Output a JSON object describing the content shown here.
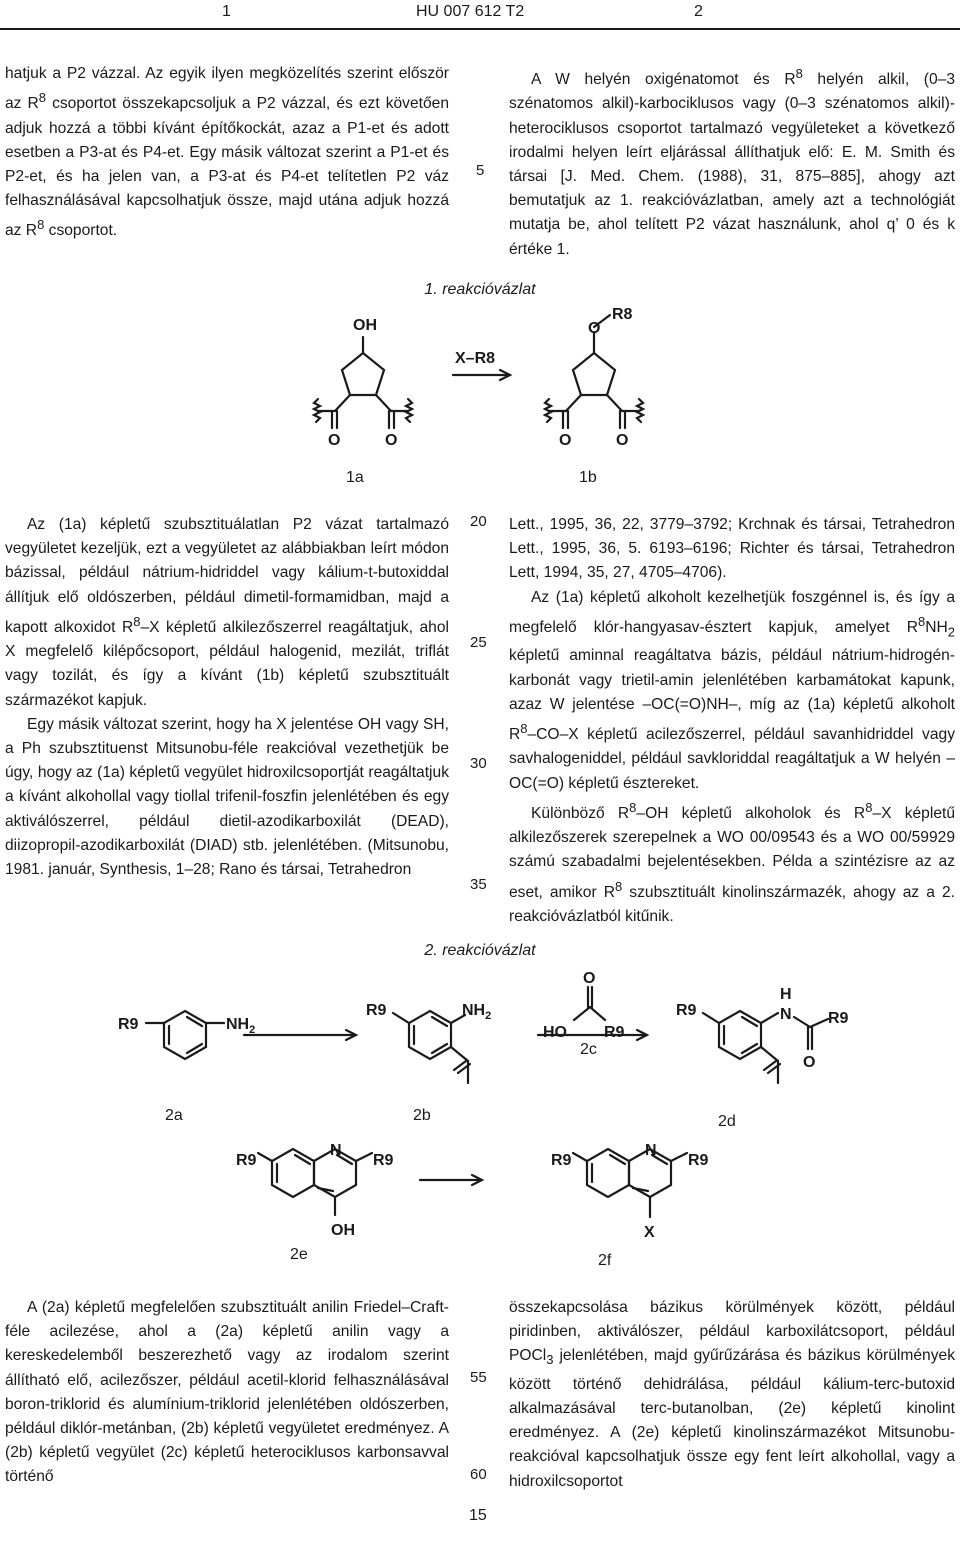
{
  "header": {
    "page_left": "1",
    "patent": "HU 007 612 T2",
    "page_right": "2"
  },
  "top": {
    "left_text": "hatjuk a P2 vázzal. Az egyik ilyen megközelítés szerint először az R<sup>8</sup> csoportot összekapcsoljuk a P2 vázzal, és ezt követően adjuk hozzá a többi kívánt építőkockát, azaz a P1-et és adott esetben a P3-at és P4-et. Egy másik változat szerint a P1-et és P2-et, és ha jelen van, a P3-at és P4-et telítetlen P2 váz felhasználásával kapcsolhatjuk össze, majd utána adjuk hozzá az R<sup>8</sup> csoportot.",
    "right_text": "A W helyén oxigénatomot és R<sup>8</sup> helyén alkil, (0–3 szénatomos alkil)-karbociklusos vagy (0–3 szénatomos alkil)-heterociklusos csoportot tartalmazó vegyületeket a következő irodalmi helyen leírt eljárással állíthatjuk elő: E. M. Smith és társai [J. Med. Chem. (1988), 31, 875–885], ahogy azt bemutatjuk az 1. reakcióvázlatban, amely azt a technológiát mutatja be, ahol telített P2 vázat használunk, ahol q’ 0 és k értéke 1.",
    "line_num": "5"
  },
  "scheme1": {
    "title": "1. reakcióvázlat",
    "reagent": "X–R8",
    "oh": "OH",
    "r8": "R8",
    "o": "O",
    "label_a": "1a",
    "label_b": "1b"
  },
  "mid": {
    "left_p1": "Az (1a) képletű szubsztituálatlan P2 vázat tartalmazó vegyületet kezeljük, ezt a vegyületet az alábbiakban leírt módon bázissal, például nátrium-hidriddel vagy kálium-t-butoxiddal állítjuk elő oldószerben, például dimetil-formamidban, majd a kapott alkoxidot R<sup>8</sup>–X képletű alkilezőszerrel reagáltatjuk, ahol X megfelelő kilépőcsoport, például halogenid, mezilát, triflát vagy tozilát, és így a kívánt (1b) képletű szubsztituált származékot kapjuk.",
    "left_p2": "Egy másik változat szerint, hogy ha X jelentése OH vagy SH, a Ph szubsztituenst Mitsunobu-féle reakcióval vezethetjük be úgy, hogy az (1a) képletű vegyület hidroxilcsoportját reagáltatjuk a kívánt alkohollal vagy tiollal trifenil-foszfin jelenlétében és egy aktiválószerrel, például dietil-azodikarboxilát (DEAD), diizopropil-azodikarboxilát (DIAD) stb. jelenlétében. (Mitsunobu, 1981. január, Synthesis, 1–28; Rano és társai, Tetrahedron",
    "right_p1": "Lett., 1995, 36, 22, 3779–3792; Krchnak és társai, Tetrahedron Lett., 1995, 36, 5. 6193–6196; Richter és társai, Tetrahedron Lett, 1994, 35, 27, 4705–4706).",
    "right_p2": "Az (1a) képletű alkoholt kezelhetjük foszgénnel is, és így a megfelelő klór-hangyasav-észtert kapjuk, amelyet R<sup>8</sup>NH<sub>2</sub> képletű aminnal reagáltatva bázis, például nátrium-hidrogén-karbonát vagy trietil-amin jelenlétében karbamátokat kapunk, azaz W jelentése –OC(=O)NH–, míg az (1a) képletű alkoholt R<sup>8</sup>–CO–X képletű acilezőszerrel, például savanhidriddel vagy savhalogeniddel, például savkloriddal reagáltatjuk a W helyén –OC(=O) képletű észtereket.",
    "right_p3": "Különböző R<sup>8</sup>–OH képletű alkoholok és R<sup>8</sup>–X képletű alkilezőszerek szerepelnek a WO 00/09543 és a WO 00/59929 számú szabadalmi bejelentésekben. Példa a szintézisre az az eset, amikor R<sup>8</sup> szubsztituált kinolinszármazék, ahogy az a 2. reakcióvázlatból kitűnik.",
    "line_nums": [
      "20",
      "25",
      "30",
      "35"
    ]
  },
  "scheme2": {
    "title": "2. reakcióvázlat",
    "r9": "R9",
    "nh2": "NH",
    "nh2_sub": "2",
    "n": "N",
    "h": "H",
    "ho": "HO",
    "o": "O",
    "oh": "OH",
    "x": "X",
    "label_2a": "2a",
    "label_2b": "2b",
    "label_2c": "2c",
    "label_2d": "2d",
    "label_2e": "2e",
    "label_2f": "2f"
  },
  "bottom": {
    "left_text": "A (2a) képletű megfelelően szubsztituált anilin Friedel–Craft-féle acilezése, ahol a (2a) képletű anilin vagy a kereskedelemből beszerezhető vagy az irodalom szerint állítható elő, acilezőszer, például acetil-klorid felhasználásával boron-triklorid és alumínium-triklorid jelenlétében oldószerben, például diklór-metánban, (2b) képletű vegyületet eredményez. A (2b) képletű vegyület (2c) képletű heterociklusos karbonsavval történő",
    "right_text": "összekapcsolása bázikus körülmények között, például piridinben, aktiválószer, például karboxilátcsoport, például POCl<sub>3</sub> jelenlétében, majd gyűrűzárása és bázikus körülmények között történő dehidrálása, például kálium-terc-butoxid alkalmazásával terc-butanolban, (2e) képletű kinolint eredményez. A (2e) képletű kinolinszármazékot Mitsunobu-reakcióval kapcsolhatjuk össze egy fent leírt alkohollal, vagy a hidroxilcsoportot",
    "line_nums": [
      "55",
      "60"
    ]
  },
  "footer": {
    "page_number": "15"
  }
}
